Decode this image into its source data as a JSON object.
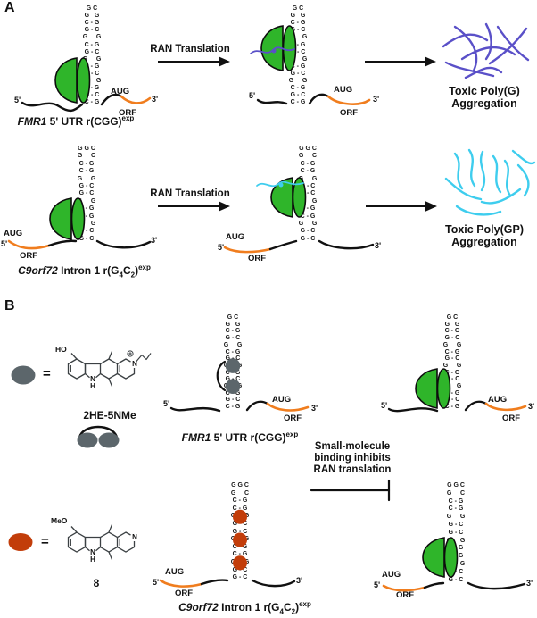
{
  "panel_a": "A",
  "panel_b": "B",
  "ran_translation": "RAN Translation",
  "toxic_g": {
    "line1": "Toxic Poly(G)",
    "line2": "Aggregation"
  },
  "toxic_gp": {
    "line1": "Toxic Poly(GP)",
    "line2": "Aggregation"
  },
  "inhibition": {
    "line1": "Small-molecule",
    "line2": "binding inhibits",
    "line3": "RAN translation"
  },
  "strand_labels": {
    "five_prime": "5'",
    "three_prime": "3'",
    "aug": "AUG",
    "orf": "ORF"
  },
  "names": {
    "fmr1": {
      "gene": "FMR1",
      "rest": " 5' UTR r(CGG)",
      "sup": "exp"
    },
    "c9": {
      "gene": "C9orf72",
      "pre": " Intron 1 r(G",
      "sub4": "4",
      "mid": "C",
      "sub2": "2",
      "close": ")",
      "sup": "exp"
    }
  },
  "compounds": {
    "equals": "=",
    "c1_name": "2HE-5NMe",
    "c1_substituent": "HO",
    "c1_ring_n": "N",
    "c1_nh_n": "N",
    "c1_nh_h": "H",
    "c1_charge": "+",
    "c2_name": "8",
    "c2_substituent": "MeO",
    "c2_ring_n": "N",
    "c2_nh_n": "N",
    "c2_nh_h": "H"
  },
  "hairpins": {
    "fmr1_rows": [
      "G C",
      "G   G",
      "C - G",
      "G - C",
      "G     G",
      "C - G",
      "G - C",
      "G     G",
      "C - G",
      "G - C",
      "G     G",
      "C - G",
      "G - C",
      "C - G"
    ],
    "c9_rows": [
      "G G C",
      "G     C",
      "C - G",
      "C - G",
      "G     G",
      "G - C",
      "G - C",
      "G     G",
      "C - G",
      "C - G",
      "G     G",
      "G - C",
      "G - C"
    ]
  },
  "colors": {
    "ribosome_green": "#2fb52a",
    "orf_orange": "#f07d1e",
    "poly_g_purple": "#5a50c8",
    "poly_gp_cyan": "#3ecdee",
    "ligand_gray": "#5c666b",
    "ligand_red": "#c23d0a",
    "strand_black": "#111111"
  }
}
